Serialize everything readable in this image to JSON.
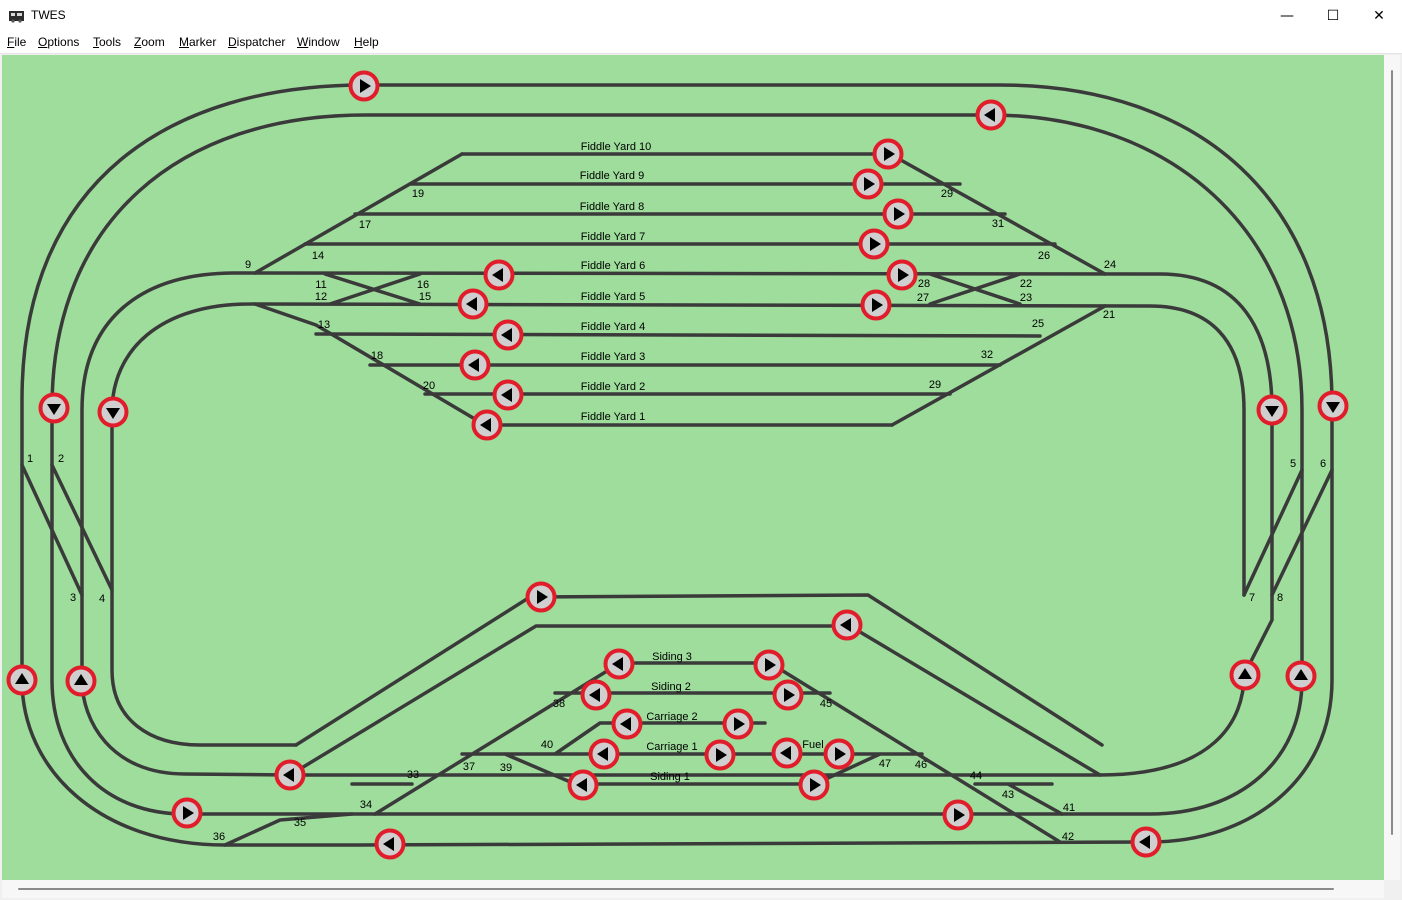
{
  "window": {
    "title": "TWES",
    "minimize_glyph": "—",
    "maximize_glyph": "☐",
    "close_glyph": "✕"
  },
  "menu": [
    "File",
    "Options",
    "Tools",
    "Zoom",
    "Marker",
    "Dispatcher",
    "Window",
    "Help"
  ],
  "colors": {
    "canvas_bg": "#9edd9b",
    "track": "#3a3a3a",
    "signal_ring": "#e21d2b",
    "signal_fill": "#cfcfcf",
    "signal_arrow": "#000000"
  },
  "track_labels": [
    "Fiddle Yard 10",
    "Fiddle Yard 9",
    "Fiddle Yard 8",
    "Fiddle Yard 7",
    "Fiddle Yard 6",
    "Fiddle Yard 5",
    "Fiddle Yard 4",
    "Fiddle Yard 3",
    "Fiddle Yard 2",
    "Fiddle Yard 1",
    "Siding 3",
    "Siding 2",
    "Carriage 2",
    "Carriage 1",
    "Siding 1",
    "Fuel"
  ],
  "points": [
    "1",
    "2",
    "3",
    "4",
    "5",
    "6",
    "7",
    "8",
    "9",
    "11",
    "12",
    "13",
    "14",
    "15",
    "16",
    "17",
    "18",
    "19",
    "20",
    "21",
    "22",
    "23",
    "24",
    "25",
    "26",
    "27",
    "28",
    "29",
    "29",
    "31",
    "32",
    "33",
    "34",
    "35",
    "36",
    "37",
    "38",
    "39",
    "40",
    "41",
    "42",
    "43",
    "44",
    "45",
    "46",
    "47"
  ],
  "signals": [
    {
      "name": "signal-outer-top",
      "dir": "right"
    },
    {
      "name": "signal-inner-top",
      "dir": "left"
    },
    {
      "name": "signal-fy10",
      "dir": "right"
    },
    {
      "name": "signal-fy9",
      "dir": "right"
    },
    {
      "name": "signal-fy8",
      "dir": "right"
    },
    {
      "name": "signal-fy7",
      "dir": "right"
    },
    {
      "name": "signal-fy6-west",
      "dir": "left"
    },
    {
      "name": "signal-fy6-east",
      "dir": "right"
    },
    {
      "name": "signal-fy5-west",
      "dir": "left"
    },
    {
      "name": "signal-fy5-east",
      "dir": "right"
    },
    {
      "name": "signal-fy4",
      "dir": "left"
    },
    {
      "name": "signal-fy3",
      "dir": "left"
    },
    {
      "name": "signal-fy2",
      "dir": "left"
    },
    {
      "name": "signal-fy1",
      "dir": "left"
    },
    {
      "name": "signal-left-outer-down",
      "dir": "down"
    },
    {
      "name": "signal-left-inner-down",
      "dir": "down"
    },
    {
      "name": "signal-right-inner-down",
      "dir": "down"
    },
    {
      "name": "signal-right-outer-down",
      "dir": "down"
    },
    {
      "name": "signal-left-outer-up",
      "dir": "up"
    },
    {
      "name": "signal-left-inner-up",
      "dir": "up"
    },
    {
      "name": "signal-right-inner-up",
      "dir": "up"
    },
    {
      "name": "signal-right-outer-up",
      "dir": "up"
    },
    {
      "name": "signal-ramp-upper",
      "dir": "right"
    },
    {
      "name": "signal-ramp-lower",
      "dir": "left"
    },
    {
      "name": "signal-siding3-west",
      "dir": "left"
    },
    {
      "name": "signal-siding3-east",
      "dir": "right"
    },
    {
      "name": "signal-siding2-west",
      "dir": "left"
    },
    {
      "name": "signal-siding2-east",
      "dir": "right"
    },
    {
      "name": "signal-carriage2-west",
      "dir": "left"
    },
    {
      "name": "signal-carriage2-east",
      "dir": "right"
    },
    {
      "name": "signal-carriage1-west",
      "dir": "left"
    },
    {
      "name": "signal-carriage1-east",
      "dir": "right"
    },
    {
      "name": "signal-fuel-west",
      "dir": "left"
    },
    {
      "name": "signal-fuel-east",
      "dir": "right"
    },
    {
      "name": "signal-siding1-west",
      "dir": "left"
    },
    {
      "name": "signal-siding1-east",
      "dir": "right"
    },
    {
      "name": "signal-inner-bottom-left",
      "dir": "left"
    },
    {
      "name": "signal-bottom-mid-left",
      "dir": "right"
    },
    {
      "name": "signal-bottom-mid-right",
      "dir": "right"
    },
    {
      "name": "signal-outer-bottom-left",
      "dir": "left"
    },
    {
      "name": "signal-outer-bottom-right",
      "dir": "left"
    }
  ]
}
